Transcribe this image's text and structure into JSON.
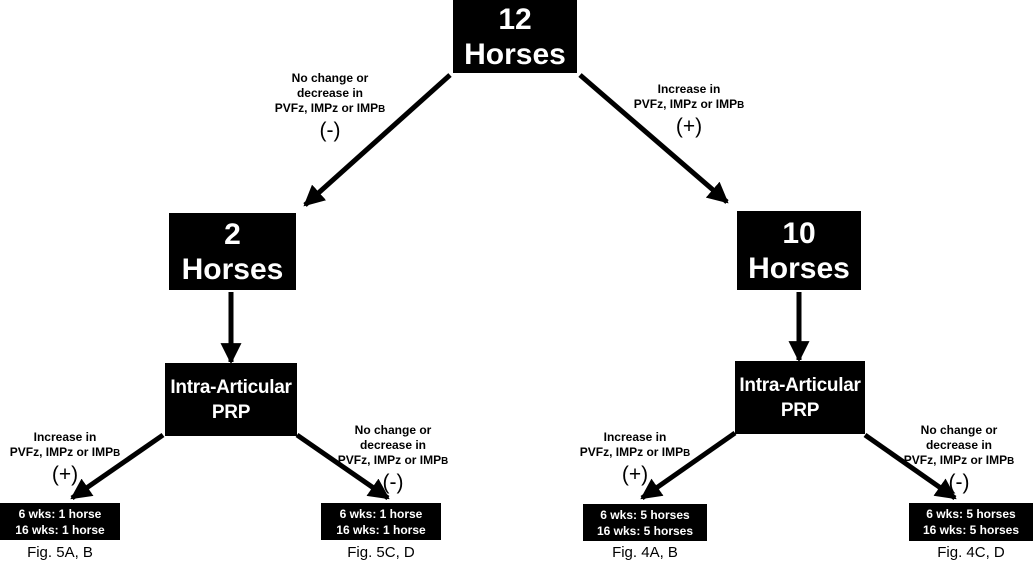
{
  "root": {
    "count": "12",
    "unit": "Horses"
  },
  "left": {
    "group": {
      "count": "2",
      "unit": "Horses"
    },
    "treatment": {
      "line1": "Intra-Articular",
      "line2": "PRP"
    },
    "inc": {
      "l1": "Increase in",
      "l2a": "PVFz, IMPz or IMP",
      "l2b": "B",
      "sign": "(+)"
    },
    "dec": {
      "l1": "No change or",
      "l2": "decrease in",
      "l3a": "PVFz, IMPz or IMP",
      "l3b": "B",
      "sign": "(-)"
    },
    "res_plus": {
      "r1": "6 wks: 1 horse",
      "r2": "16 wks: 1 horse",
      "fig": "Fig. 5A, B"
    },
    "res_minus": {
      "r1": "6 wks: 1 horse",
      "r2": "16 wks: 1 horse",
      "fig": "Fig. 5C, D"
    }
  },
  "right": {
    "group": {
      "count": "10",
      "unit": "Horses"
    },
    "treatment": {
      "line1": "Intra-Articular",
      "line2": "PRP"
    },
    "inc": {
      "l1": "Increase in",
      "l2a": "PVFz, IMPz or IMP",
      "l2b": "B",
      "sign": "(+)"
    },
    "dec": {
      "l1": "No change or",
      "l2": "decrease in",
      "l3a": "PVFz, IMPz or IMP",
      "l3b": "B",
      "sign": "(-)"
    },
    "res_plus": {
      "r1": "6 wks: 5 horses",
      "r2": "16 wks: 5 horses",
      "fig": "Fig. 4A, B"
    },
    "res_minus": {
      "r1": "6 wks: 5 horses",
      "r2": "16 wks: 5 horses",
      "fig": "Fig. 4C, D"
    }
  },
  "top": {
    "dec": {
      "l1": "No change or",
      "l2": "decrease in",
      "l3a": "PVFz, IMPz or IMP",
      "l3b": "B",
      "sign": "(-)"
    },
    "inc": {
      "l1": "Increase in",
      "l2a": "PVFz, IMPz or IMP",
      "l2b": "B",
      "sign": "(+)"
    }
  },
  "colors": {
    "box": "#000000",
    "text_on_box": "#ffffff",
    "arrow": "#000000"
  }
}
